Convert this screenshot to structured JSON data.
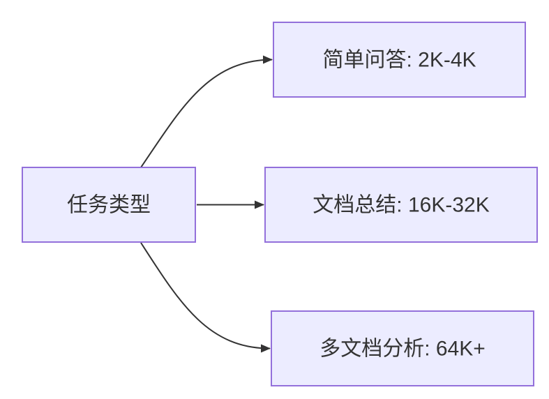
{
  "diagram": {
    "type": "flowchart",
    "root": {
      "label": "任务类型"
    },
    "branches": [
      {
        "label": "简单问答: 2K-4K"
      },
      {
        "label": "文档总结: 16K-32K"
      },
      {
        "label": "多文档分析: 64K+"
      }
    ],
    "colors": {
      "node_fill": "#ECECFF",
      "node_border": "#9370DB",
      "edge": "#333333",
      "label_text": "#333333",
      "background": "#FFFFFF"
    }
  }
}
